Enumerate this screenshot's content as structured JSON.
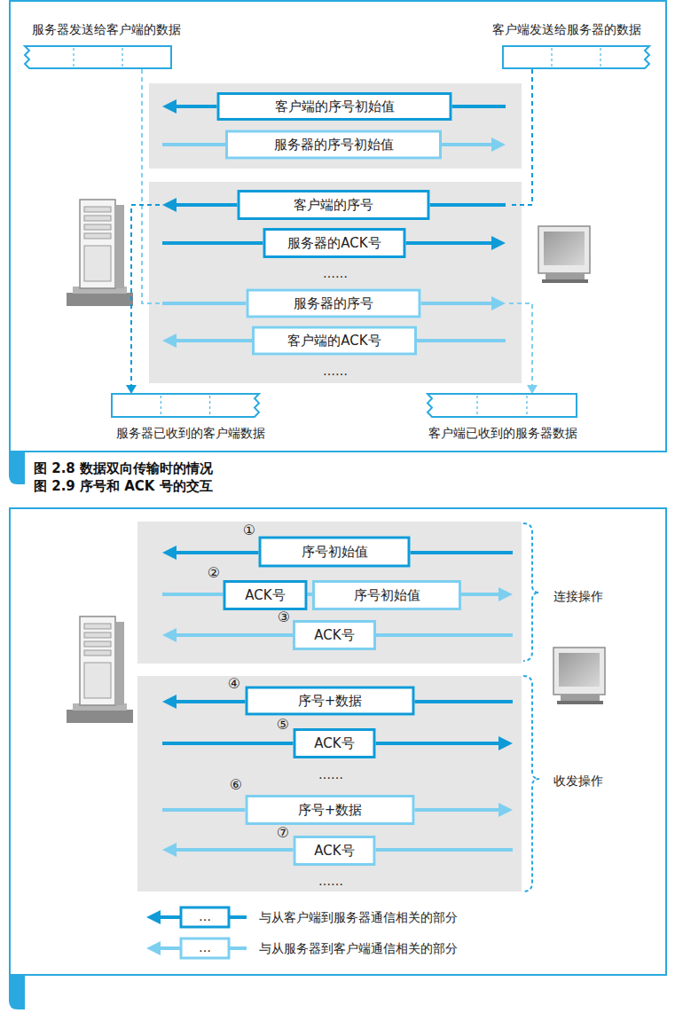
{
  "diagram": {
    "nodes": [
      {
        "text": [
          "图 2.8 数据双向传输时的情况"
        ]
      },
      {
        "text": [
          "客户端的序号初始值"
        ],
        "in": 0
      },
      {
        "text": [
          "服务器的序号初始值"
        ],
        "in": 0
      },
      {
        "text": [
          "客户端的序号"
        ],
        "in": 0
      },
      {
        "text": [
          "服务器的ACK号"
        ],
        "in": 0
      },
      {
        "text": [
          "服务器的序号"
        ],
        "in": 0
      },
      {
        "text": [
          "客户端的ACK号"
        ],
        "in": 0
      },
      {
        "text": [
          "图 2.9 序号和 ACK 号的交互"
        ]
      },
      {
        "text": [
          "序号初始值"
        ],
        "in": 7
      },
      {
        "text": [
          "ACK号"
        ],
        "in": 7
      },
      {
        "text": [
          "序号初始值"
        ],
        "in": 7
      },
      {
        "text": [
          "ACK号"
        ],
        "in": 7
      },
      {
        "text": [
          "序号+数据"
        ],
        "in": 7
      },
      {
        "text": [
          "ACK号"
        ],
        "in": 7
      },
      {
        "text": [
          "序号+数据"
        ],
        "in": 7
      },
      {
        "text": [
          "ACK号"
        ],
        "in": 7
      }
    ],
    "labels": [
      "服务器发送给客户端的数据",
      "客户端发送给服务器的数据",
      "……",
      "……",
      "服务器已收到的客户端数据",
      "客户端已收到的服务器数据",
      "①",
      "②",
      "③",
      "连接操作",
      "④",
      "⑤",
      "……",
      "收发操作",
      "⑥",
      "⑦",
      "……",
      "…",
      "…"
    ],
    "legend": [
      {
        "text": "与从客户端到服务器通信相关的部分"
      },
      {
        "text": "与从服务器到客户端通信相关的部分"
      }
    ]
  }
}
